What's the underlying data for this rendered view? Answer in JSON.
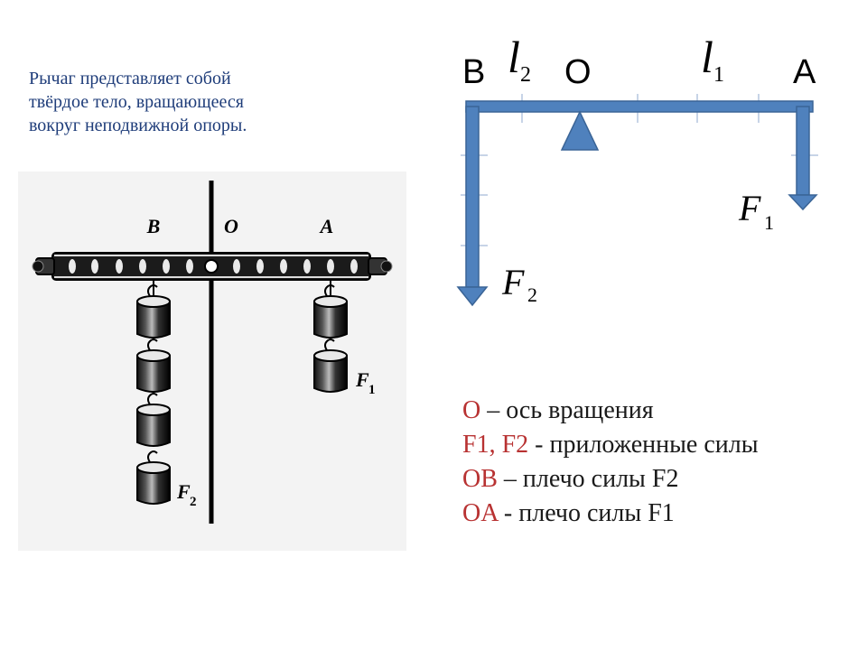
{
  "intro": {
    "line1": "Рычаг представляет собой",
    "line2": "твёрдое тело, вращающееся",
    "line3": "вокруг неподвижной опоры."
  },
  "photo": {
    "label_b": "B",
    "label_o": "O",
    "label_a": "A",
    "label_f1": "F",
    "label_f1_sub": "1",
    "label_f2": "F",
    "label_f2_sub": "2"
  },
  "diagram": {
    "label_b": "B",
    "label_o": "O",
    "label_a": "A",
    "l2": "l",
    "l2_sub": "2",
    "l1": "l",
    "l1_sub": "1",
    "f1": "F",
    "f1_sub": "1",
    "f2": "F",
    "f2_sub": "2",
    "colors": {
      "beam": "#4f81bd",
      "beam_edge": "#3a6496",
      "ticks": "#8fa9cf"
    }
  },
  "legend": {
    "row1_term": "O",
    "row1_text": " – ось вращения",
    "row2_term": "F1, F2",
    "row2_text": " - приложенные силы",
    "row3_term": "OB",
    "row3_text": " – плечо силы  F2",
    "row4_term": "OA",
    "row4_text": " - плечо силы  F1",
    "term_color": "#b83232"
  }
}
